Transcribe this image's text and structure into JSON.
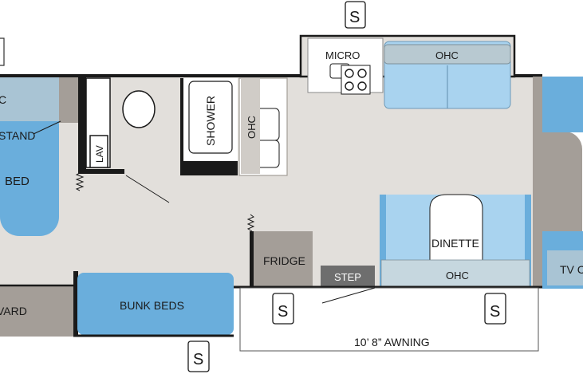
{
  "labels": {
    "micro": "MICRO",
    "ohc_kitchen": "OHC",
    "shower": "SHOWER",
    "ohc_bath": "OHC",
    "lav": "LAV",
    "c_fragment": "C",
    "nightstand_fragment": "STAND",
    "bed_fragment": "BED",
    "fridge": "FRIDGE",
    "step": "STEP",
    "dinette": "DINETTE",
    "ohc_dinette": "OHC",
    "tv_fragment": "TV C",
    "wardrobe_fragment": "VARD",
    "bunk_beds": "BUNK BEDS",
    "awning": "10’ 8” AWNING"
  },
  "slideout_markers": [
    "S",
    "S",
    "S",
    "S"
  ],
  "colors": {
    "floor": "#e2dfdb",
    "wall": "#1a1a1a",
    "bed_blue": "#6aaedc",
    "bed_dark": "#5a9fce",
    "light_blue": "#a9d3ef",
    "cabinet_gray": "#a49e98",
    "ohc_gray": "#b8c9d1",
    "fixture_white": "#ffffff"
  }
}
